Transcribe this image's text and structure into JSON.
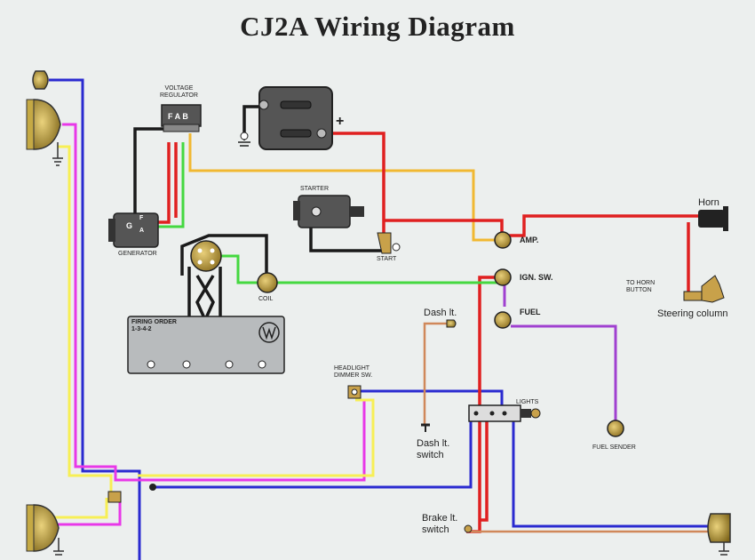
{
  "title": "CJ2A Wiring Diagram",
  "components": {
    "voltage_regulator": "VOLTAGE\nREGULATOR",
    "regulator_terminals": "F A B",
    "generator": "GENERATOR",
    "generator_terminal_g": "G",
    "generator_terminal_f": "F",
    "generator_terminal_a": "A",
    "starter": "STARTER",
    "start": "START",
    "battery_plus": "+",
    "coil": "COIL",
    "firing_order": "FIRING ORDER\n1-3-4-2",
    "amp": "AMP.",
    "ign_sw": "IGN. SW.",
    "fuel": "FUEL",
    "horn": "Horn",
    "to_horn_button": "TO HORN\nBUTTON",
    "steering_column": "Steering column",
    "dash_lt": "Dash lt.",
    "dash_lt_switch": "Dash lt.\nswitch",
    "headlight_dimmer_sw": "HEADLIGHT\nDIMMER SW.",
    "lights": "LIGHTS",
    "fuel_sender": "FUEL SENDER",
    "brake_lt_switch": "Brake lt.\nswitch"
  },
  "colors": {
    "red": "#e02020",
    "yellow": "#f7ef55",
    "orange": "#f1b832",
    "green": "#45d840",
    "blue": "#2a2ad0",
    "magenta": "#e838e8",
    "purple": "#a040d0",
    "black": "#1a1a1a",
    "brown": "#d0885a"
  }
}
